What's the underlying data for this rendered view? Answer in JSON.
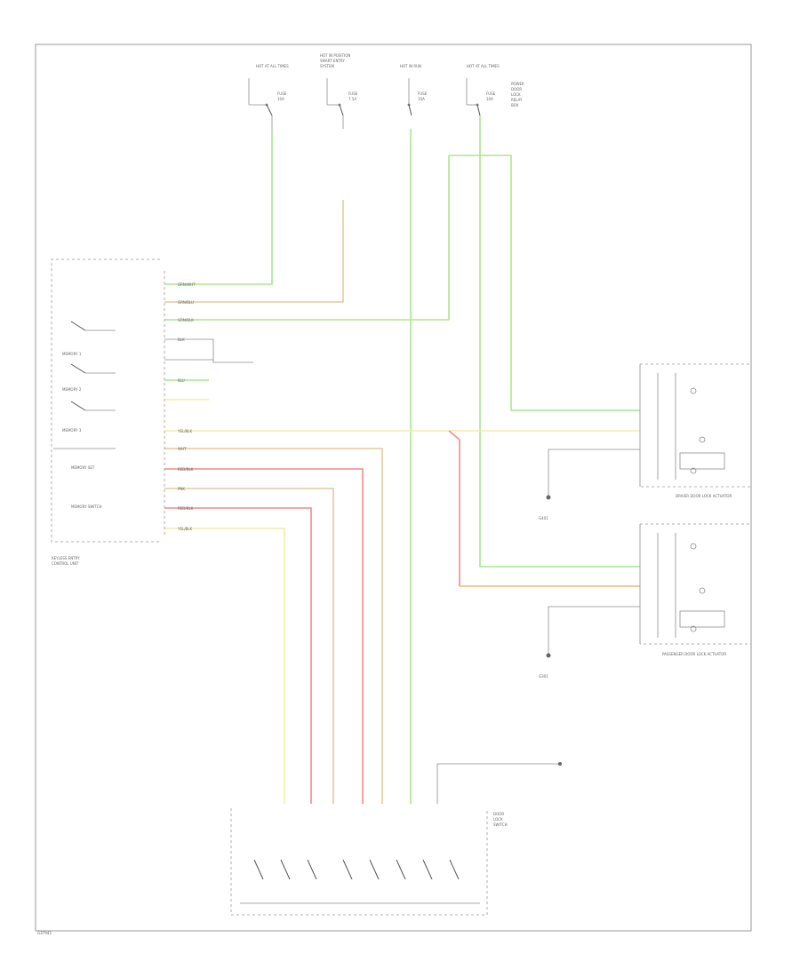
{
  "colors": {
    "green": "#a9e88c",
    "tan": "#e6c99a",
    "yellow": "#f0eea6",
    "red": "#f08a8a",
    "orange": "#f2b27a",
    "gray": "#9a9a9a"
  },
  "footer": {
    "code": "G37943"
  },
  "fuses": [
    {
      "name": "fuse-1",
      "label": "HOT AT ALL TIMES",
      "f1": "FUSE",
      "f2": "10A"
    },
    {
      "name": "fuse-2",
      "label": "HOT IN POSITION",
      "f1": "FUSE",
      "f2": "7.5A"
    },
    {
      "name": "fuse-3",
      "label": "HOT IN RUN",
      "f1": "FUSE",
      "f2": "10A"
    },
    {
      "name": "fuse-4",
      "label": "HOT AT ALL TIMES",
      "f1": "FUSE",
      "f2": "10A"
    }
  ],
  "top_header": [
    "HOT IN POSITION",
    "SMART ENTRY",
    "SYSTEM"
  ],
  "right_note": [
    "POWER",
    "DOOR",
    "LOCK",
    "RELAY",
    "BOX"
  ],
  "module_label": [
    "KEYLESS ENTRY",
    "CONTROL UNIT"
  ],
  "driver_lock_label": "DRIVER DOOR LOCK ACTUATOR",
  "passenger_lock_label": "PASSENGER DOOR LOCK ACTUATOR",
  "bottom_switch_label": [
    "DOOR",
    "LOCK",
    "SWITCH"
  ],
  "ground_labels": [
    "G401",
    "G301"
  ],
  "memory_labels": [
    "MEMORY 1",
    "MEMORY 2",
    "MEMORY 3",
    "MEMORY SET",
    "MEMORY SWITCH"
  ],
  "wire_labels": [
    "GRN/WHT",
    "GRN/BLU",
    "GRN/BLK",
    "BLK",
    "BLU",
    "YEL/BLK",
    "WHT",
    "RED/BLK",
    "PNK",
    "RED/BLK",
    "YEL/BLK"
  ]
}
